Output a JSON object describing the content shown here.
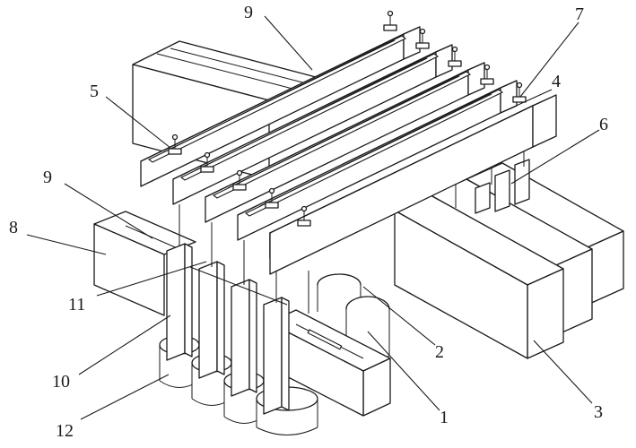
{
  "figure": {
    "labels": [
      {
        "id": "label-1",
        "text": "1"
      },
      {
        "id": "label-2",
        "text": "2"
      },
      {
        "id": "label-3",
        "text": "3"
      },
      {
        "id": "label-4",
        "text": "4"
      },
      {
        "id": "label-5",
        "text": "5"
      },
      {
        "id": "label-6",
        "text": "6"
      },
      {
        "id": "label-7",
        "text": "7"
      },
      {
        "id": "label-8",
        "text": "8"
      },
      {
        "id": "label-9a",
        "text": "9"
      },
      {
        "id": "label-9b",
        "text": "9"
      },
      {
        "id": "label-10",
        "text": "10"
      },
      {
        "id": "label-11",
        "text": "11"
      },
      {
        "id": "label-12",
        "text": "12"
      }
    ]
  }
}
